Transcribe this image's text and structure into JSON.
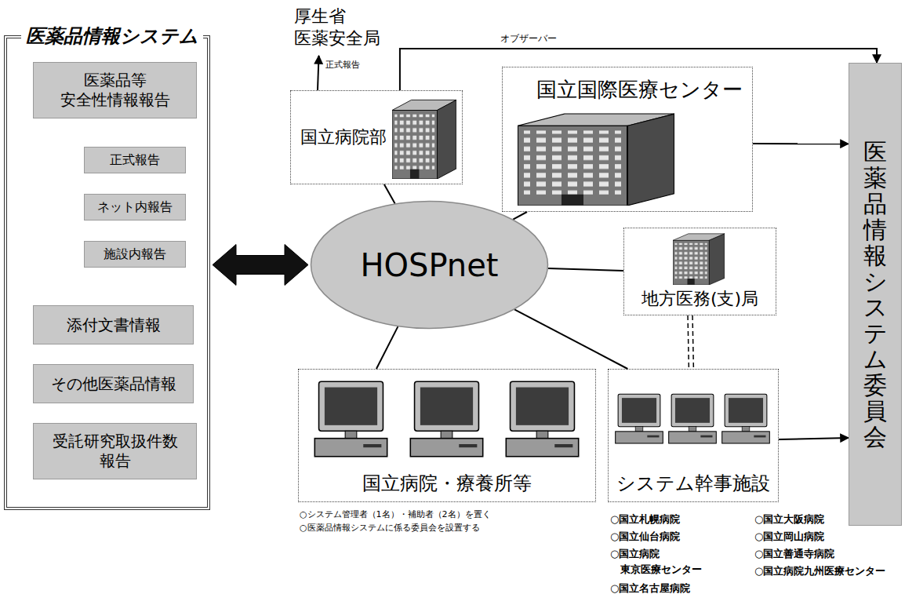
{
  "diagram": {
    "nodes": [
      {
        "text": [
          "医薬品情報システム"
        ]
      },
      {
        "text": [
          "医薬品等 安全性情報報告"
        ],
        "in": 0
      },
      {
        "text": [
          "正式報告"
        ],
        "in": 0
      },
      {
        "text": [
          "ネット内報告"
        ],
        "in": 0
      },
      {
        "text": [
          "施設内報告"
        ],
        "in": 0
      },
      {
        "text": [
          "添付文書情報"
        ],
        "in": 0
      },
      {
        "text": [
          "その他医薬品情報"
        ],
        "in": 0
      },
      {
        "text": [
          "受託研究取扱件数 報告"
        ],
        "in": 0
      },
      {
        "text": [
          "厚生省 医薬安全局"
        ]
      },
      {
        "text": [
          "国立病院部"
        ]
      },
      {
        "text": [
          "国立国際医療センター"
        ]
      },
      {
        "text": [
          "HOSPnet"
        ]
      },
      {
        "text": [
          "地方医務(支)局"
        ]
      },
      {
        "text": [
          "国立病院・療養所等"
        ]
      },
      {
        "text": [
          "システム幹事施設"
        ]
      },
      {
        "text": [
          "医薬品情報システム委員会"
        ]
      }
    ],
    "edges": [
      {
        "from": 0,
        "to": 11,
        "arrow": "both"
      },
      {
        "from": 9,
        "to": 8,
        "label": "正式報告",
        "arrow": "to"
      },
      {
        "from": 9,
        "to": 15,
        "label": "オブザーバー",
        "arrow": "to"
      },
      {
        "from": 10,
        "to": 15,
        "arrow": "to"
      },
      {
        "from": 14,
        "to": 15,
        "arrow": "to"
      },
      {
        "from": 11,
        "to": 9,
        "arrow": "none"
      },
      {
        "from": 11,
        "to": 10,
        "arrow": "none"
      },
      {
        "from": 11,
        "to": 12,
        "arrow": "none"
      },
      {
        "from": 11,
        "to": 13,
        "arrow": "none"
      },
      {
        "from": 11,
        "to": 14,
        "arrow": "none"
      },
      {
        "from": 12,
        "to": 14,
        "arrow": "none"
      }
    ],
    "labels": [
      "○システム管理者（1名）・補助者（2名）を置く",
      "○医薬品情報システムに係る委員会を設置する",
      "○国立札幌病院",
      "○国立仙台病院",
      "○国立病院 東京医療センター",
      "○国立名古屋病院",
      "○国立大阪病院",
      "○国立岡山病院",
      "○国立善通寺病院",
      "○国立病院九州医療センター"
    ]
  }
}
